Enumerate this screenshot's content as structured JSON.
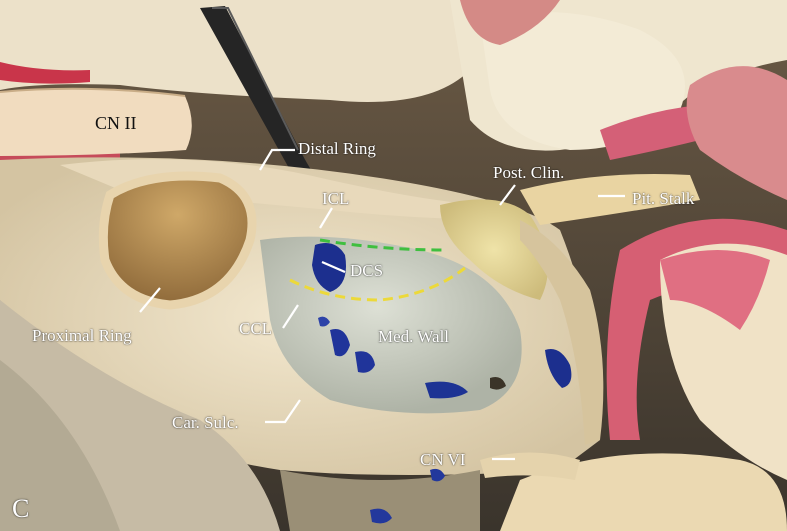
{
  "figure": {
    "panel_letter": "C",
    "labels": {
      "cn2": "CN II",
      "distal_ring": "Distal Ring",
      "post_clin": "Post. Clin.",
      "pit_stalk": "Pit. Stalk",
      "icl": "ICL",
      "dcs": "DCS",
      "ccl": "CCL",
      "proximal_ring": "Proximal Ring",
      "med_wall": "Med. Wall",
      "car_sulc": "Car. Sulc.",
      "cn6": "CN VI"
    }
  }
}
